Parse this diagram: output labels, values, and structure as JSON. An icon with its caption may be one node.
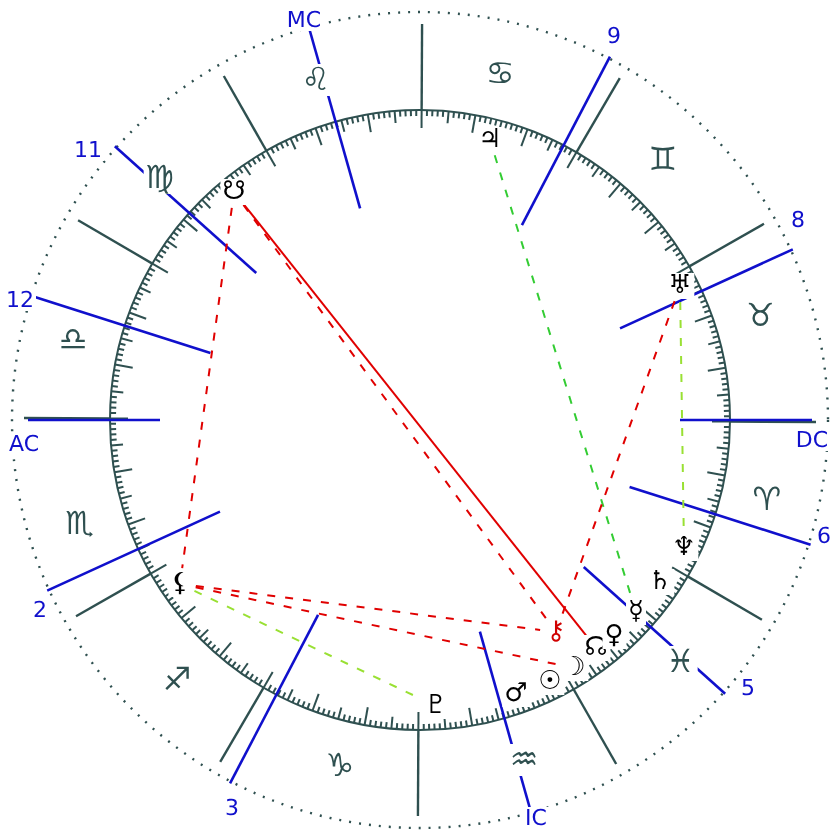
{
  "diagram": {
    "nodes": [
      {
        "text": [
          "♃"
        ]
      },
      {
        "text": [
          "☋"
        ]
      },
      {
        "text": [
          "♅"
        ]
      },
      {
        "text": [
          "♆"
        ]
      },
      {
        "text": [
          "⚸"
        ]
      },
      {
        "text": [
          "☿"
        ]
      },
      {
        "text": [
          "⚷"
        ]
      },
      {
        "text": [
          "☊"
        ]
      },
      {
        "text": [
          "☽"
        ]
      },
      {
        "text": [
          "♇"
        ]
      },
      {
        "text": [
          "♄"
        ]
      },
      {
        "text": [
          "♀"
        ]
      },
      {
        "text": [
          "☉"
        ]
      },
      {
        "text": [
          "♂"
        ]
      }
    ],
    "edges": [
      {
        "from": 1,
        "to": 7,
        "arrow": "none"
      },
      {
        "from": 1,
        "to": 4,
        "arrow": "none",
        "style": "dashed"
      },
      {
        "from": 1,
        "to": 6,
        "arrow": "none",
        "style": "dashed"
      },
      {
        "from": 4,
        "to": 6,
        "arrow": "none",
        "style": "dashed"
      },
      {
        "from": 4,
        "to": 8,
        "arrow": "none",
        "style": "dashed"
      },
      {
        "from": 4,
        "to": 9,
        "arrow": "none",
        "style": "dashed",
        "color": "#99e033"
      },
      {
        "from": 0,
        "to": 5,
        "arrow": "none",
        "style": "dashed",
        "color": "#33cc33"
      },
      {
        "from": 2,
        "to": 6,
        "arrow": "none",
        "style": "dashed"
      },
      {
        "from": 2,
        "to": 3,
        "arrow": "none",
        "style": "dashed",
        "color": "#99e033"
      }
    ],
    "labels": [
      "MC",
      "9",
      "8",
      "DC",
      "6",
      "5",
      "IC",
      "3",
      "2",
      "AC",
      "12",
      "11",
      "♈",
      "♉",
      "♊",
      "♋",
      "♌",
      "♍",
      "♎",
      "♏",
      "♐",
      "♑",
      "♒",
      "♓"
    ]
  }
}
